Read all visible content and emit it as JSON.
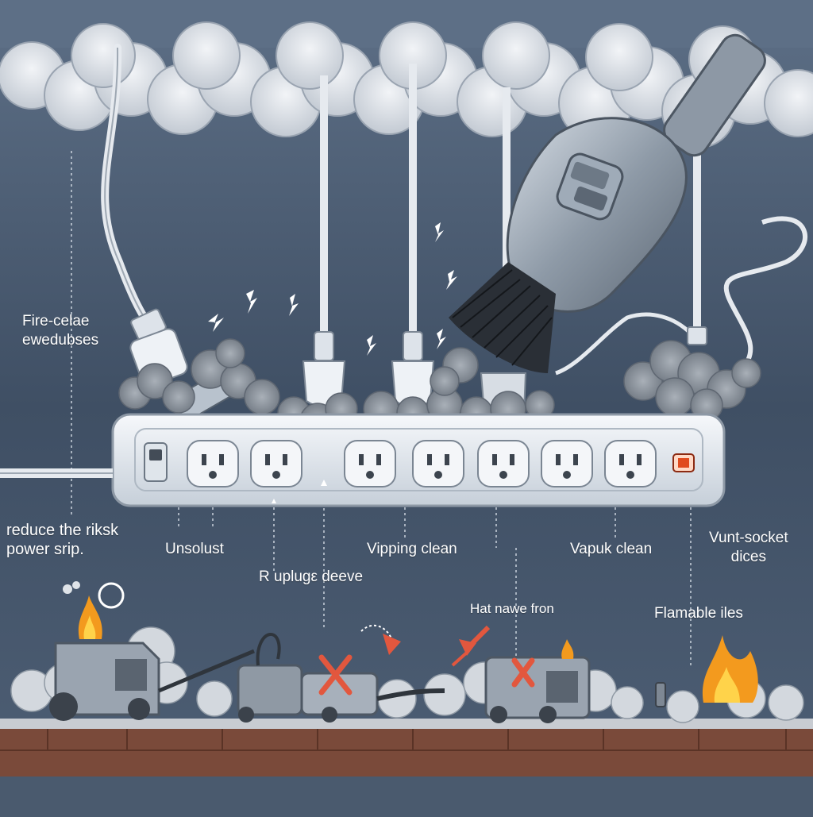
{
  "labels": {
    "fire_cause": [
      "Fire-celae",
      "ewedubses"
    ],
    "reduce_risk": [
      "reduce the riksk",
      "power srip."
    ],
    "unsolust": "Unsolust",
    "replug_device": "R uplugε deeve",
    "wiping_clean": "Vipping clean",
    "vacuum_clean": "Vapuk clean",
    "vent_socket": [
      "Vunt-socket",
      "dices"
    ],
    "hat_nawe": "Hat nawe fron",
    "flammable": "Flamable iles"
  },
  "icons": [
    "power-strip",
    "plug",
    "vacuum-cleaner",
    "brush-nozzle",
    "dust-cloud",
    "spark",
    "fire",
    "cross-mark",
    "arrow",
    "power-switch",
    "indicator-light",
    "outlet"
  ],
  "colors": {
    "background": "#4a5a6e",
    "strip": "#e8edf2",
    "dust": "#8e96a0",
    "cross": "#e2573e",
    "fire": "#f39a1e",
    "indicator": "#e04a1e",
    "ground": "#7a4a3a"
  }
}
